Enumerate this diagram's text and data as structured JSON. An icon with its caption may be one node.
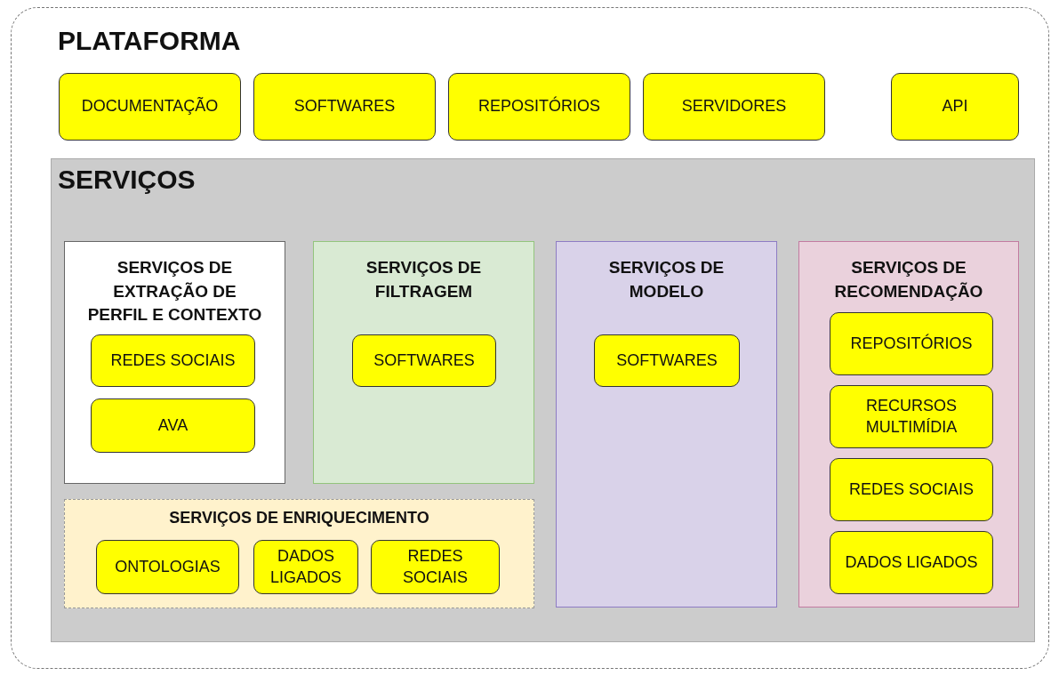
{
  "diagram": {
    "nodes": [
      {
        "text": [
          "PLATAFORMA"
        ]
      },
      {
        "text": [
          "DOCUMENTAÇÃO"
        ],
        "in": 0
      },
      {
        "text": [
          "SOFTWARES"
        ],
        "in": 0
      },
      {
        "text": [
          "REPOSITÓRIOS"
        ],
        "in": 0
      },
      {
        "text": [
          "SERVIDORES"
        ],
        "in": 0
      },
      {
        "text": [
          "API"
        ],
        "in": 0
      },
      {
        "text": [
          "SERVIÇOS"
        ],
        "in": 0
      },
      {
        "text": [
          "SERVIÇOS DE EXTRAÇÃO DE PERFIL E CONTEXTO"
        ],
        "in": 6
      },
      {
        "text": [
          "REDES SOCIAIS"
        ],
        "in": 7
      },
      {
        "text": [
          "AVA"
        ],
        "in": 7
      },
      {
        "text": [
          "SERVIÇOS DE FILTRAGEM"
        ],
        "in": 6
      },
      {
        "text": [
          "SOFTWARES"
        ],
        "in": 10
      },
      {
        "text": [
          "SERVIÇOS DE MODELO"
        ],
        "in": 6
      },
      {
        "text": [
          "SOFTWARES"
        ],
        "in": 12
      },
      {
        "text": [
          "SERVIÇOS DE RECOMENDAÇÃO"
        ],
        "in": 6
      },
      {
        "text": [
          "REPOSITÓRIOS"
        ],
        "in": 14
      },
      {
        "text": [
          "RECURSOS MULTIMÍDIA"
        ],
        "in": 14
      },
      {
        "text": [
          "REDES SOCIAIS"
        ],
        "in": 14
      },
      {
        "text": [
          "DADOS LIGADOS"
        ],
        "in": 14
      },
      {
        "text": [
          "SERVIÇOS DE ENRIQUECIMENTO"
        ],
        "in": 6
      },
      {
        "text": [
          "ONTOLOGIAS"
        ],
        "in": 19
      },
      {
        "text": [
          "DADOS LIGADOS"
        ],
        "in": 19
      },
      {
        "text": [
          "REDES SOCIAIS"
        ],
        "in": 19
      }
    ]
  }
}
